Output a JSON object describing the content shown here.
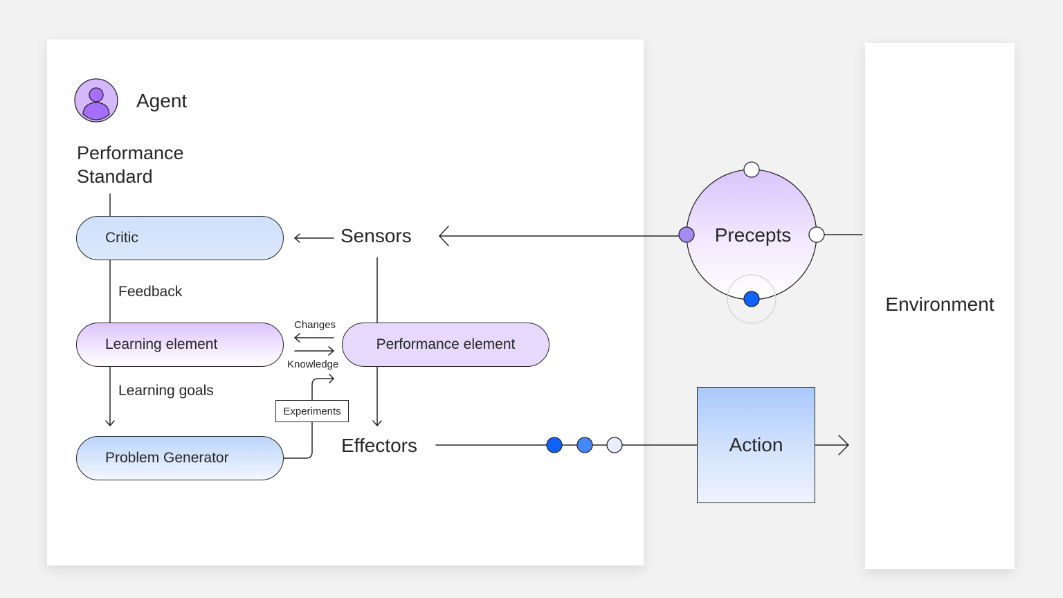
{
  "agent": {
    "title": "Agent",
    "performance_standard_line1": "Performance",
    "performance_standard_line2": "Standard"
  },
  "nodes": {
    "critic": "Critic",
    "learning_element": "Learning element",
    "problem_generator": "Problem Generator",
    "performance_element": "Performance element",
    "sensors": "Sensors",
    "effectors": "Effectors",
    "precepts": "Precepts",
    "action": "Action",
    "environment": "Environment"
  },
  "edge_labels": {
    "feedback": "Feedback",
    "learning_goals": "Learning goals",
    "changes": "Changes",
    "knowledge": "Knowledge",
    "experiments": "Experiments"
  },
  "colors": {
    "blue_dot": "#0f62fe",
    "mid_blue_dot": "#4589ff",
    "purple_dot": "#a48cf0",
    "avatar_fill": "#d4b8fb",
    "avatar_figure": "#a56eff"
  },
  "icons": {
    "avatar": "user-avatar-icon"
  }
}
